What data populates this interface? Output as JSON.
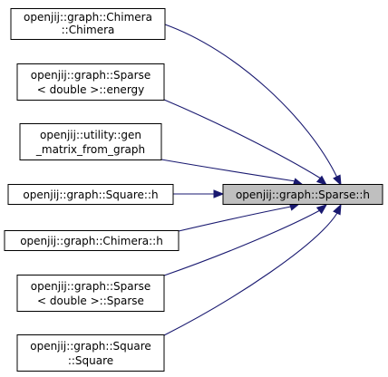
{
  "diagram": {
    "type": "call-graph",
    "colors": {
      "edge": "#191970",
      "node_border": "#000000",
      "node_fill": "#ffffff",
      "target_fill": "#bfbfbf"
    },
    "target": {
      "id": "sparse-h",
      "lines": [
        "openjij::graph::Sparse::h"
      ]
    },
    "callers": [
      {
        "id": "chimera-ctor",
        "lines": [
          "openjij::graph::Chimera",
          "::Chimera"
        ]
      },
      {
        "id": "sparse-energy",
        "lines": [
          "openjij::graph::Sparse",
          "< double >::energy"
        ]
      },
      {
        "id": "gen-matrix",
        "lines": [
          "openjij::utility::gen",
          "_matrix_from_graph"
        ]
      },
      {
        "id": "square-h",
        "lines": [
          "openjij::graph::Square::h"
        ]
      },
      {
        "id": "chimera-h",
        "lines": [
          "openjij::graph::Chimera::h"
        ]
      },
      {
        "id": "sparse-ctor",
        "lines": [
          "openjij::graph::Sparse",
          "< double >::Sparse"
        ]
      },
      {
        "id": "square-ctor",
        "lines": [
          "openjij::graph::Square",
          "::Square"
        ]
      }
    ]
  }
}
